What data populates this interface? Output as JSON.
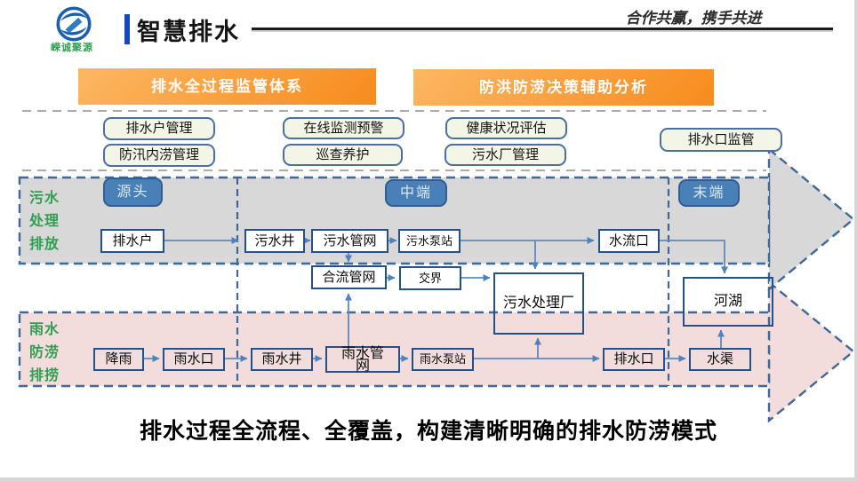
{
  "header": {
    "logo_text": "嵘诚聚源",
    "title": "智慧排水",
    "slogan": "合作共赢，携手共进"
  },
  "banners": {
    "left": "排水全过程监管体系",
    "right": "防洪防涝决策辅助分析"
  },
  "buttons": {
    "drain_user_mgmt": "排水户管理",
    "flood_control_mgmt": "防汛内涝管理",
    "online_monitoring": "在线监测预警",
    "inspection_maintenance": "巡查养护",
    "health_assessment": "健康状况评估",
    "sewage_plant_mgmt": "污水厂管理",
    "outlet_supervision": "排水口监管"
  },
  "stages": {
    "source": "源头",
    "middle": "中端",
    "end": "末端"
  },
  "lanes": {
    "sewage": {
      "line1": "污水",
      "line2": "处理",
      "line3": "排放"
    },
    "rain": {
      "line1": "雨水",
      "line2": "防涝",
      "line3": "排捞"
    }
  },
  "nodes": {
    "drain_user": "排水户",
    "sewage_well": "污水井",
    "sewage_pipe_network": "污水管网",
    "sewage_pump_station": "污水泵站",
    "water_outlet": "水流口",
    "combined_pipe_network": "合流管网",
    "junction": "交界",
    "sewage_treatment_plant": "污水处理厂",
    "river_lake": "河湖",
    "rainfall": "降雨",
    "rain_inlet": "雨水口",
    "rain_well": "雨水井",
    "rain_pipe_network": "雨水管网",
    "rain_pump_station": "雨水泵站",
    "discharge_outlet": "排水口",
    "channel": "水渠"
  },
  "caption": "排水过程全流程、全覆盖，构建清晰明确的排水防涝模式",
  "colors": {
    "banner_orange": "#f78b1d",
    "stage_badge_blue": "#4a80b8",
    "sewage_lane_gray": "#d8d8d8",
    "rain_lane_pink": "#f2dddc",
    "lane_border_blue": "#3f6897",
    "connector_blue": "#5b8bc0",
    "lane_label_green": "#2f9e50",
    "accent_bar_blue": "#1747c0"
  }
}
